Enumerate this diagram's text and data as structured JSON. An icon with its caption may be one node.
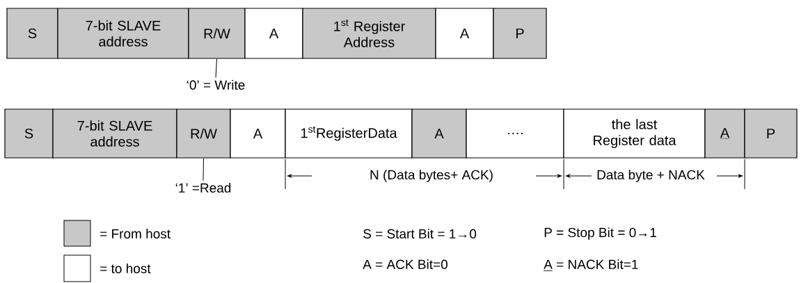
{
  "diagram": {
    "nodes": [
      {
        "text": [
          "S"
        ]
      },
      {
        "text": [
          "7-bit SLAVE address"
        ]
      },
      {
        "text": [
          "R/W"
        ]
      },
      {
        "text": [
          "A"
        ]
      },
      {
        "text": [
          "1$^{st}$ Register Address"
        ]
      },
      {
        "text": [
          "A"
        ]
      },
      {
        "text": [
          "P"
        ]
      },
      {
        "text": [
          "‘0’ = Write"
        ]
      },
      {
        "text": [
          "S"
        ]
      },
      {
        "text": [
          "7-bit SLAVE address"
        ]
      },
      {
        "text": [
          "R/W"
        ]
      },
      {
        "text": [
          "A"
        ]
      },
      {
        "text": [
          "1$^{st}$RegisterData"
        ]
      },
      {
        "text": [
          "A"
        ]
      },
      {
        "text": [
          "…."
        ]
      },
      {
        "text": [
          "the last Register data"
        ]
      },
      {
        "text": [
          "A"
        ]
      },
      {
        "text": [
          "P"
        ]
      },
      {
        "text": [
          "‘1’ =Read"
        ]
      }
    ],
    "edges": [
      {
        "from": 7,
        "to": 2,
        "arrow": "none"
      },
      {
        "from": 18,
        "to": 10,
        "arrow": "none"
      }
    ],
    "labels": [
      "N (Data bytes+ ACK)",
      "Data byte + NACK",
      "S = Start Bit = 1→0",
      "P = Stop Bit = 0→1",
      "A = ACK Bit=0",
      "A = NACK Bit=1"
    ],
    "legend": [
      {
        "text": "= From host",
        "color": "#c8c8c8"
      },
      {
        "text": "= to host"
      }
    ]
  }
}
